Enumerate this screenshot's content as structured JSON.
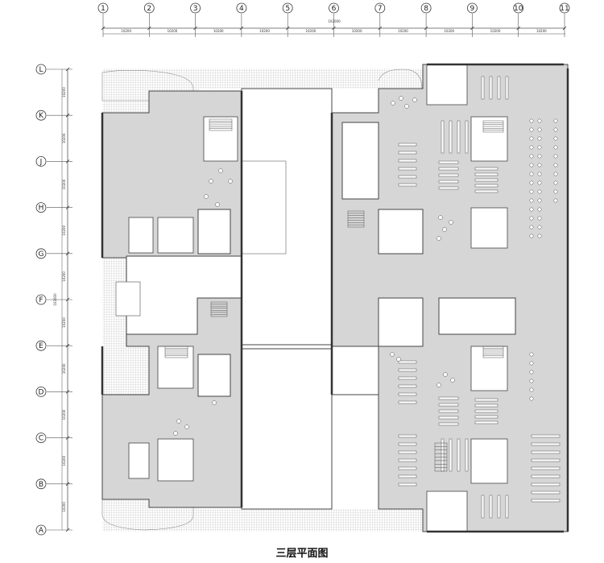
{
  "title": "三层平面图",
  "grid_columns": [
    "1",
    "2",
    "3",
    "4",
    "5",
    "6",
    "7",
    "8",
    "9",
    "10",
    "11"
  ],
  "grid_rows": [
    "L",
    "K",
    "J",
    "H",
    "G",
    "F",
    "E",
    "D",
    "C",
    "B",
    "A"
  ],
  "top_dimensions": {
    "total": "102000",
    "bays": [
      "10200",
      "10200",
      "10200",
      "10200",
      "10200",
      "10200",
      "10200",
      "10200",
      "10200",
      "10200"
    ]
  },
  "left_dimensions": {
    "total": "102000",
    "bays": [
      "10200",
      "10200",
      "10200",
      "10200",
      "10200",
      "10200",
      "10200",
      "10200",
      "10200",
      "10200"
    ]
  },
  "colors": {
    "floor": "#d9d9d9",
    "wall": "#4a4a4a",
    "line": "#555555",
    "hatch": "#bfbfbf"
  }
}
